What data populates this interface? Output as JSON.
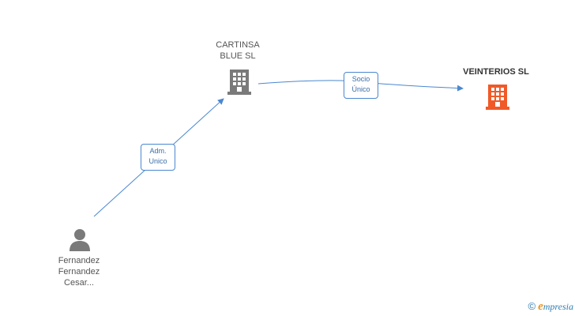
{
  "nodes": {
    "company1": {
      "label_lines": [
        "CARTINSA",
        "BLUE SL"
      ],
      "icon": "building-icon",
      "color": "#7a7a7a"
    },
    "company2": {
      "label_lines": [
        "VEINTERIOS SL"
      ],
      "icon": "building-icon",
      "color": "#f05a28"
    },
    "person": {
      "label_lines": [
        "Fernandez",
        "Fernandez",
        "Cesar..."
      ],
      "icon": "person-icon",
      "color": "#7a7a7a"
    }
  },
  "edges": {
    "adm": {
      "label_lines": [
        "Adm.",
        "Unico"
      ],
      "color": "#4a88d0"
    },
    "socio": {
      "label_lines": [
        "Socio",
        "Único"
      ],
      "color": "#4a88d0"
    }
  },
  "branding": {
    "copyright": "©",
    "e": "e",
    "rest": "mpresia"
  }
}
